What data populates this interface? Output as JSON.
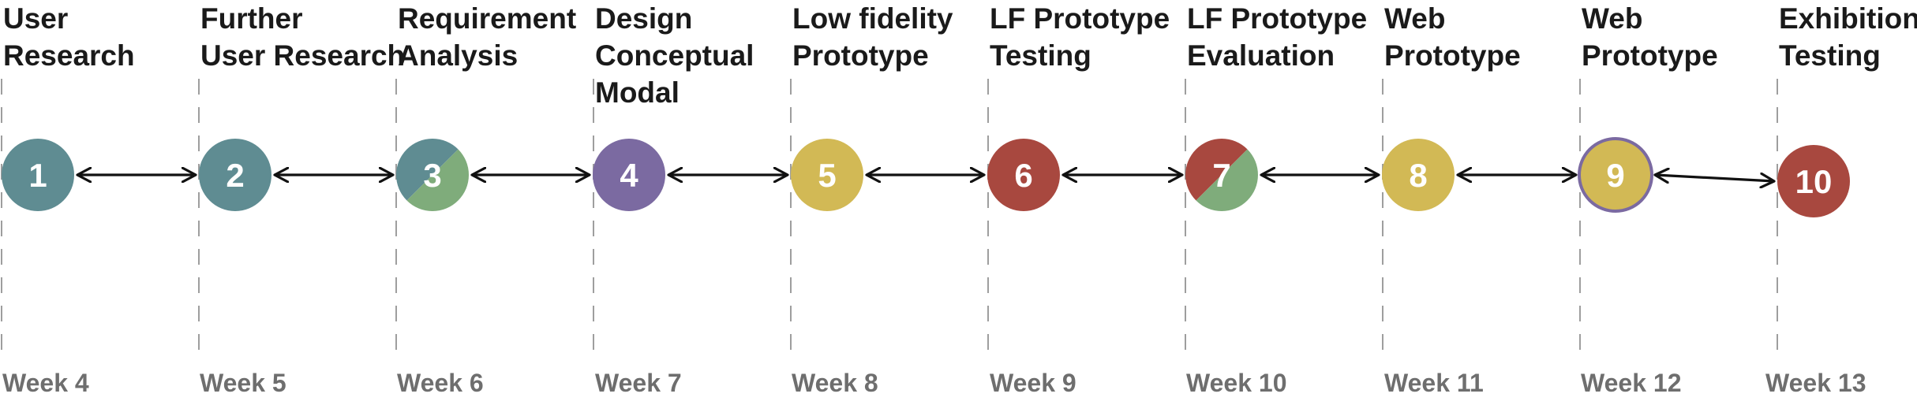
{
  "colors": {
    "teal": "#5f8c92",
    "green": "#7fac7b",
    "purple": "#7b6aa1",
    "yellow": "#d2b955",
    "red": "#a8483f",
    "divider": "#9e9e9e",
    "arrow": "#111111",
    "title_text": "#1a1a1a",
    "week_text": "#6e6e6e"
  },
  "stages": [
    {
      "number": "1",
      "title": [
        "User",
        "Research"
      ],
      "week": "Week 4",
      "fill": [
        "teal"
      ]
    },
    {
      "number": "2",
      "title": [
        "Further",
        "User Research"
      ],
      "week": "Week 5",
      "fill": [
        "teal"
      ]
    },
    {
      "number": "3",
      "title": [
        "Requirement",
        "Analysis"
      ],
      "week": "Week 6",
      "fill": [
        "teal",
        "green"
      ]
    },
    {
      "number": "4",
      "title": [
        "Design",
        "Conceptual",
        "Modal"
      ],
      "week": "Week 7",
      "fill": [
        "purple"
      ]
    },
    {
      "number": "5",
      "title": [
        "Low fidelity",
        "Prototype"
      ],
      "week": "Week 8",
      "fill": [
        "yellow"
      ]
    },
    {
      "number": "6",
      "title": [
        "LF Prototype",
        "Testing"
      ],
      "week": "Week 9",
      "fill": [
        "red"
      ]
    },
    {
      "number": "7",
      "title": [
        "LF Prototype",
        "Evaluation"
      ],
      "week": "Week 10",
      "fill": [
        "red",
        "green"
      ]
    },
    {
      "number": "8",
      "title": [
        "Web",
        "Prototype"
      ],
      "week": "Week 11",
      "fill": [
        "yellow"
      ]
    },
    {
      "number": "9",
      "title": [
        "Web",
        "Prototype"
      ],
      "week": "Week 12",
      "fill": [
        "yellow"
      ],
      "outline": "purple"
    },
    {
      "number": "10",
      "title": [
        "Exhibition",
        "Testing"
      ],
      "week": "Week 13",
      "fill": [
        "red"
      ]
    }
  ]
}
